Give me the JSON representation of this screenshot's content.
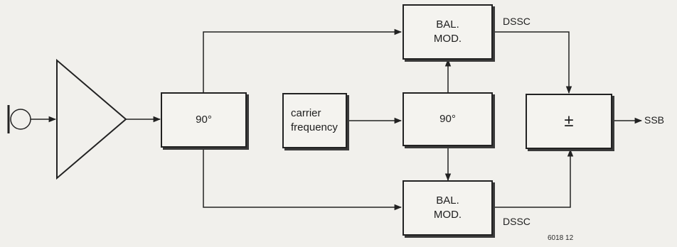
{
  "blocks": {
    "phase_shift_audio": "90°",
    "bal_mod_top": "BAL.\nMOD.",
    "bal_mod_bottom": "BAL.\nMOD.",
    "carrier_frequency": "carrier\nfrequency",
    "phase_shift_carrier": "90°",
    "adder_subtractor": "±"
  },
  "labels": {
    "dssc_top": "DSSC",
    "dssc_bottom": "DSSC",
    "output": "SSB",
    "figure_number": "6018 12"
  },
  "colors": {
    "line": "#222222",
    "background": "#f1f0ec"
  }
}
